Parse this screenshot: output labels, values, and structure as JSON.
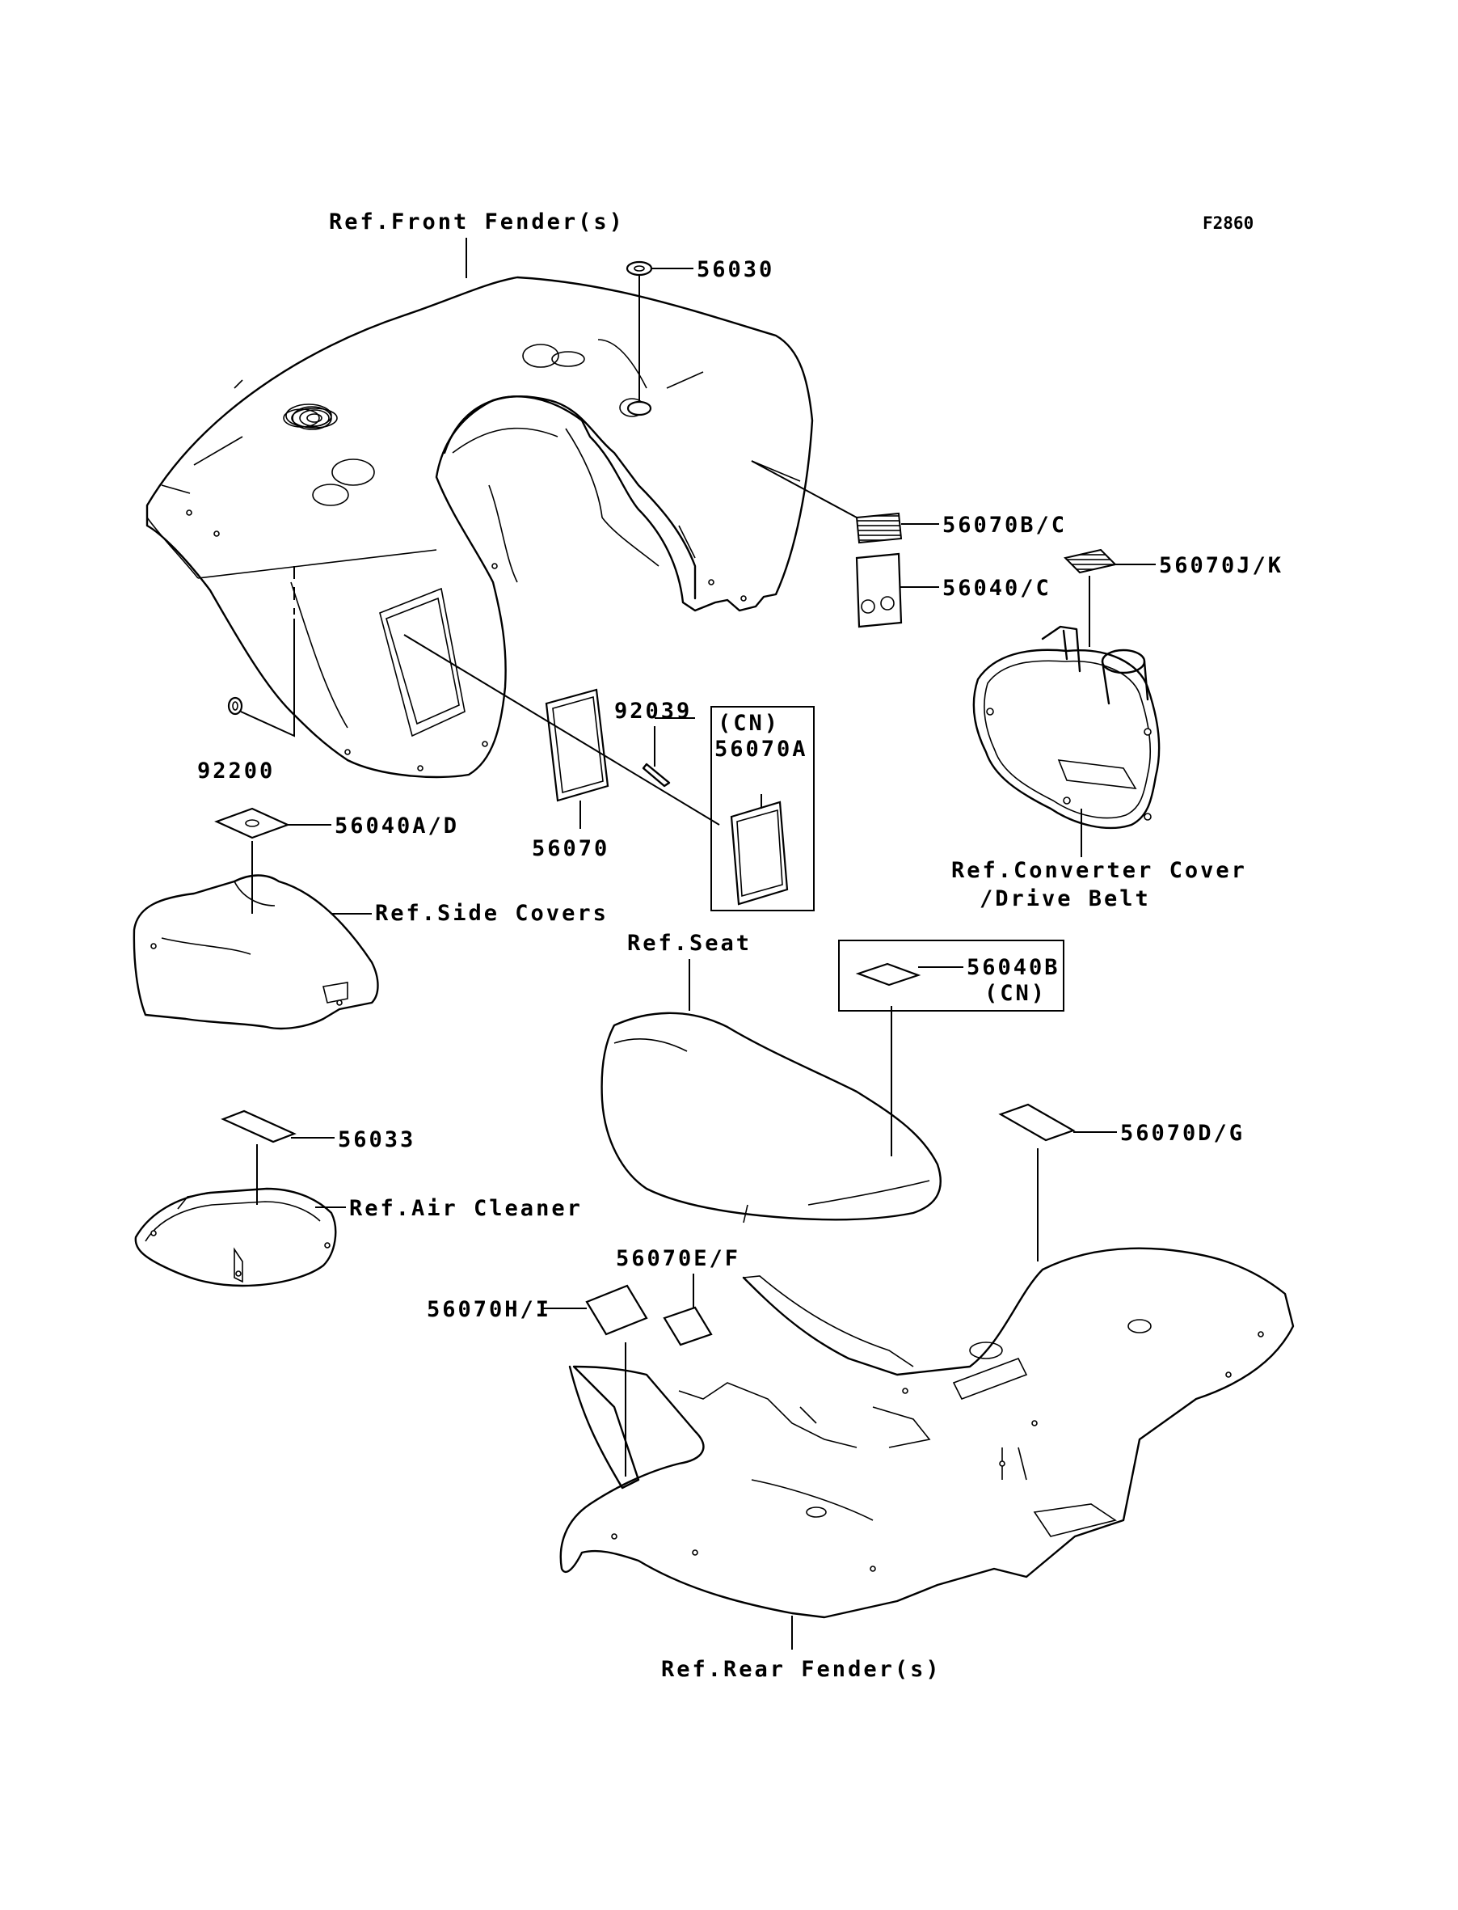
{
  "figure_id": "F2860",
  "labels": {
    "front_fender": "Ref.Front Fender(s)",
    "p56030": "56030",
    "p56070bc": "56070B/C",
    "p56040c": "56040/C",
    "p56070jk": "56070J/K",
    "p92039": "92039",
    "cn1": "(CN)",
    "p56070a": "56070A",
    "p92200": "92200",
    "p56070": "56070",
    "p56040ad": "56040A/D",
    "side_covers": "Ref.Side Covers",
    "converter_cover": "Ref.Converter Cover",
    "drive_belt": "/Drive Belt",
    "seat": "Ref.Seat",
    "p56040b": "56040B",
    "cn2": "(CN)",
    "p56070dg": "56070D/G",
    "p56033": "56033",
    "air_cleaner": "Ref.Air Cleaner",
    "p56070ef": "56070E/F",
    "p56070hi": "56070H/I",
    "rear_fender": "Ref.Rear Fender(s)"
  }
}
